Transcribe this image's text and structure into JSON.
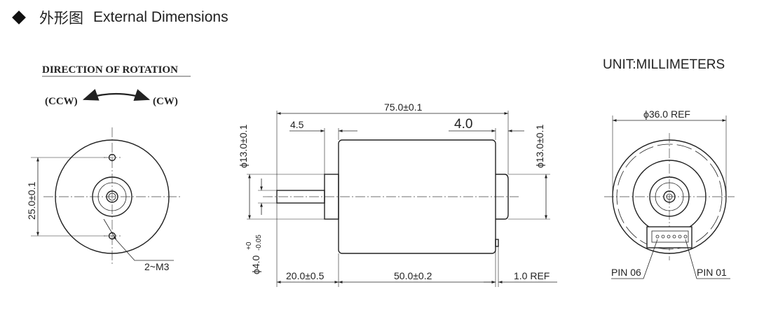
{
  "header": {
    "title_cn": "外形图",
    "title_en": "External Dimensions",
    "diamond_icon": "diamond-bullet-icon"
  },
  "unit_label": "UNIT:MILLIMETERS",
  "rotation": {
    "title": "DIRECTION OF ROTATION",
    "ccw": "(CCW)",
    "cw": "(CW)"
  },
  "front_view": {
    "dim_hole_spacing": "25.0±0.1",
    "screw_label": "2~M3"
  },
  "side_view": {
    "overall_length": "75.0±0.1",
    "boss_length": "4.5",
    "rear_offset": "4.0",
    "boss_dia_front": "ϕ13.0±0.1",
    "boss_dia_rear": "ϕ13.0±0.1",
    "shaft_dia": "ϕ4.0",
    "shaft_tol_upper": "+0",
    "shaft_tol_lower": "-0.05",
    "shaft_length": "20.0±0.5",
    "body_length": "50.0±0.2",
    "rear_ref": "1.0 REF"
  },
  "rear_view": {
    "diameter": "ϕ36.0 REF",
    "pin_left": "PIN 06",
    "pin_right": "PIN 01"
  }
}
